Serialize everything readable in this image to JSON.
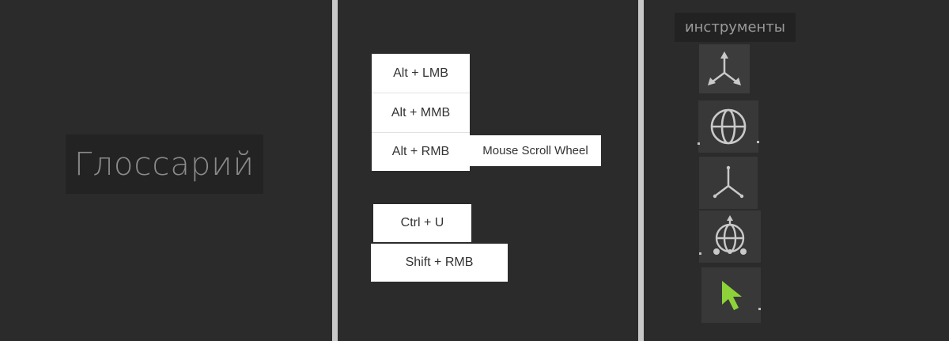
{
  "glossary": {
    "title": "Глоссарий"
  },
  "shortcuts": {
    "alt_lmb": "Alt + LMB",
    "alt_mmb": "Alt + MMB",
    "alt_rmb": "Alt + RMB",
    "mouse_scroll_wheel": "Mouse Scroll Wheel",
    "ctrl_u": "Ctrl + U",
    "shift_rmb": "Shift + RMB"
  },
  "tools": {
    "label": "инструменты",
    "items": [
      {
        "icon": "move-axes-icon"
      },
      {
        "icon": "rotate-globe-icon"
      },
      {
        "icon": "scale-axes-icon"
      },
      {
        "icon": "universal-transform-icon"
      },
      {
        "icon": "select-cursor-icon"
      }
    ],
    "colors": {
      "icon_gray": "#c9c9c9",
      "cursor_green": "#8ed23a"
    }
  }
}
